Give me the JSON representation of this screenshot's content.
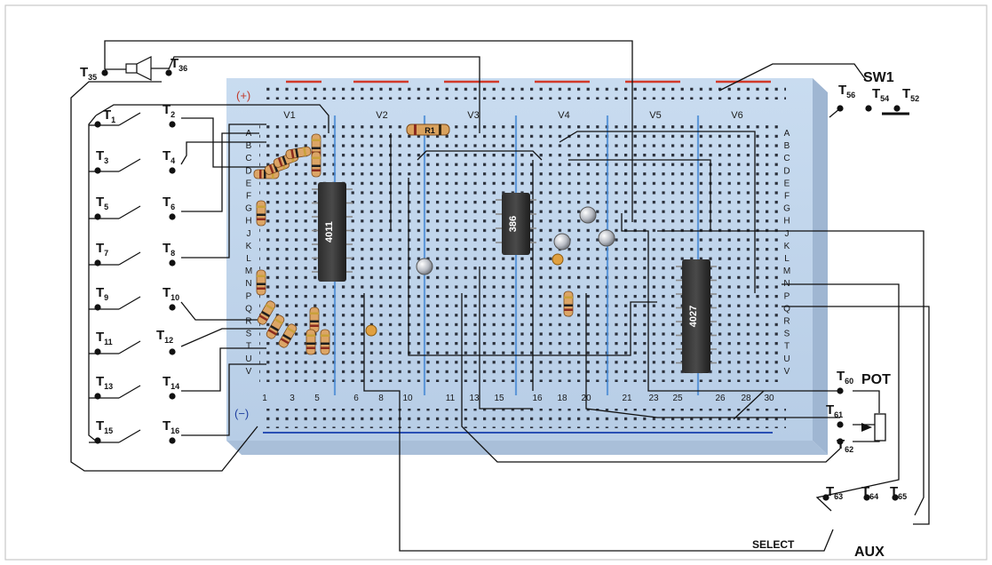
{
  "board": {
    "rail_top_label": "(+)",
    "rail_bottom_label": "(−)",
    "voltage_labels": [
      "V1",
      "V2",
      "V3",
      "V4",
      "V5",
      "V6"
    ],
    "row_labels": [
      "A",
      "B",
      "C",
      "D",
      "E",
      "F",
      "G",
      "H",
      "J",
      "K",
      "L",
      "M",
      "N",
      "P",
      "Q",
      "R",
      "S",
      "T",
      "U",
      "V"
    ],
    "column_labels": [
      "1",
      "3",
      "5",
      "6",
      "8",
      "10",
      "11",
      "13",
      "15",
      "16",
      "18",
      "20",
      "21",
      "23",
      "25",
      "26",
      "28",
      "30"
    ]
  },
  "chips": [
    {
      "label": "4011"
    },
    {
      "label": "386"
    },
    {
      "label": "4027"
    }
  ],
  "resistor_r1": "R1",
  "terminals": [
    {
      "base": "T",
      "sub": "1"
    },
    {
      "base": "T",
      "sub": "2"
    },
    {
      "base": "T",
      "sub": "3"
    },
    {
      "base": "T",
      "sub": "4"
    },
    {
      "base": "T",
      "sub": "5"
    },
    {
      "base": "T",
      "sub": "6"
    },
    {
      "base": "T",
      "sub": "7"
    },
    {
      "base": "T",
      "sub": "8"
    },
    {
      "base": "T",
      "sub": "9"
    },
    {
      "base": "T",
      "sub": "10"
    },
    {
      "base": "T",
      "sub": "11"
    },
    {
      "base": "T",
      "sub": "12"
    },
    {
      "base": "T",
      "sub": "13"
    },
    {
      "base": "T",
      "sub": "14"
    },
    {
      "base": "T",
      "sub": "15"
    },
    {
      "base": "T",
      "sub": "16"
    },
    {
      "base": "T",
      "sub": "35"
    },
    {
      "base": "T",
      "sub": "36"
    },
    {
      "base": "T",
      "sub": "56"
    },
    {
      "base": "T",
      "sub": "54"
    },
    {
      "base": "T",
      "sub": "52"
    },
    {
      "base": "T",
      "sub": "60"
    },
    {
      "base": "T",
      "sub": "61"
    },
    {
      "base": "T",
      "sub": "62"
    },
    {
      "base": "T",
      "sub": "63"
    },
    {
      "base": "T",
      "sub": "64"
    },
    {
      "base": "T",
      "sub": "65"
    }
  ],
  "labels": {
    "sw1": "SW1",
    "pot": "POT",
    "select": "SELECT",
    "aux": "AUX"
  }
}
